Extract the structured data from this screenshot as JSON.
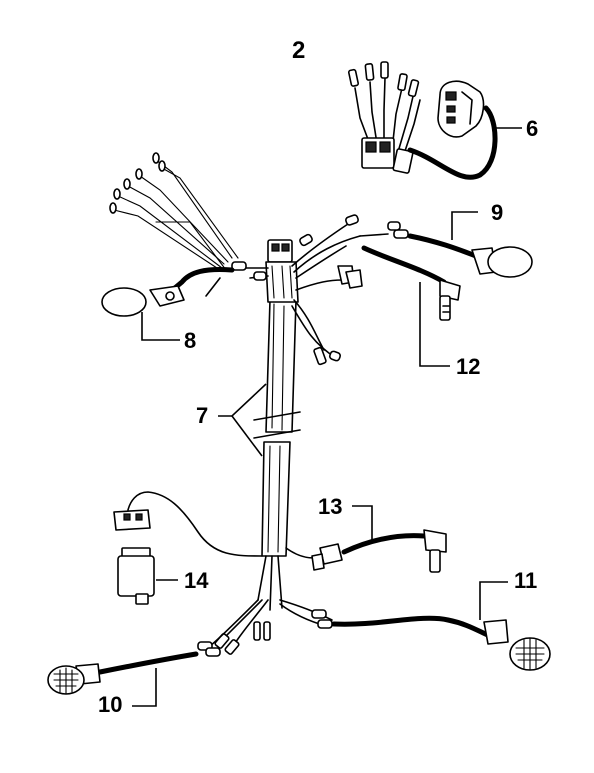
{
  "diagram": {
    "header_mark": "2",
    "callouts": [
      {
        "id": "6",
        "text": "6"
      },
      {
        "id": "7",
        "text": "7"
      },
      {
        "id": "8",
        "text": "8"
      },
      {
        "id": "9",
        "text": "9"
      },
      {
        "id": "10",
        "text": "10"
      },
      {
        "id": "11",
        "text": "11"
      },
      {
        "id": "12",
        "text": "12"
      },
      {
        "id": "13",
        "text": "13"
      },
      {
        "id": "14",
        "text": "14"
      }
    ]
  }
}
